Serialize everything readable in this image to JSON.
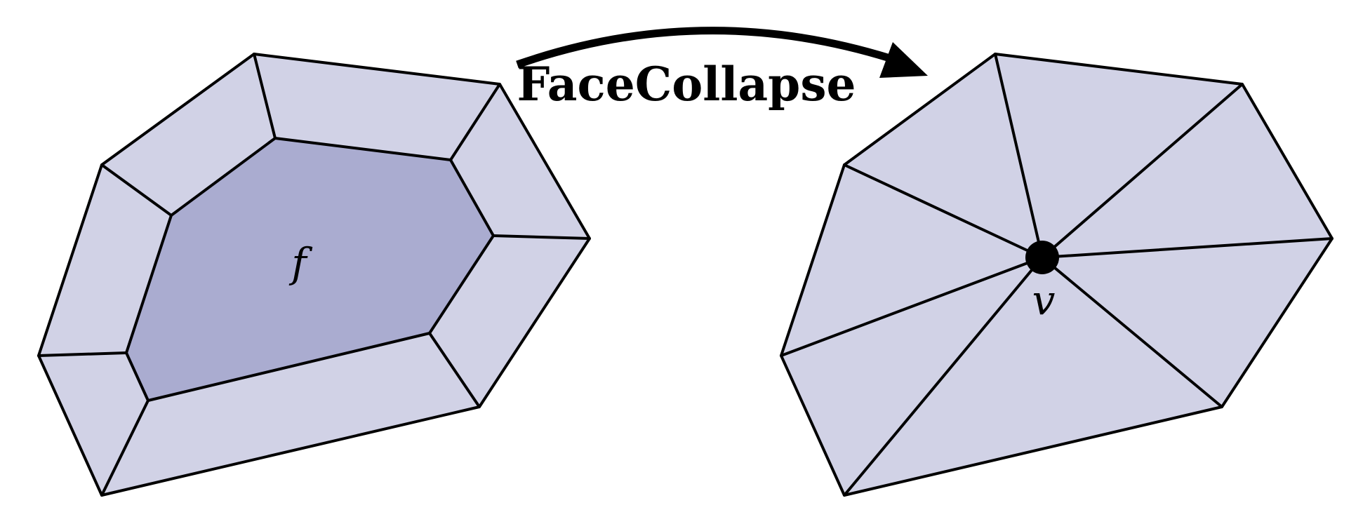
{
  "operation": {
    "label": "FaceCollapse"
  },
  "before": {
    "face_label": "f",
    "face_color": "#aaacd0",
    "ring_color": "#d1d2e6",
    "stroke_color": "#000000"
  },
  "after": {
    "vertex_label": "v",
    "fill_color": "#d1d2e6",
    "stroke_color": "#000000",
    "vertex_color": "#000000"
  }
}
